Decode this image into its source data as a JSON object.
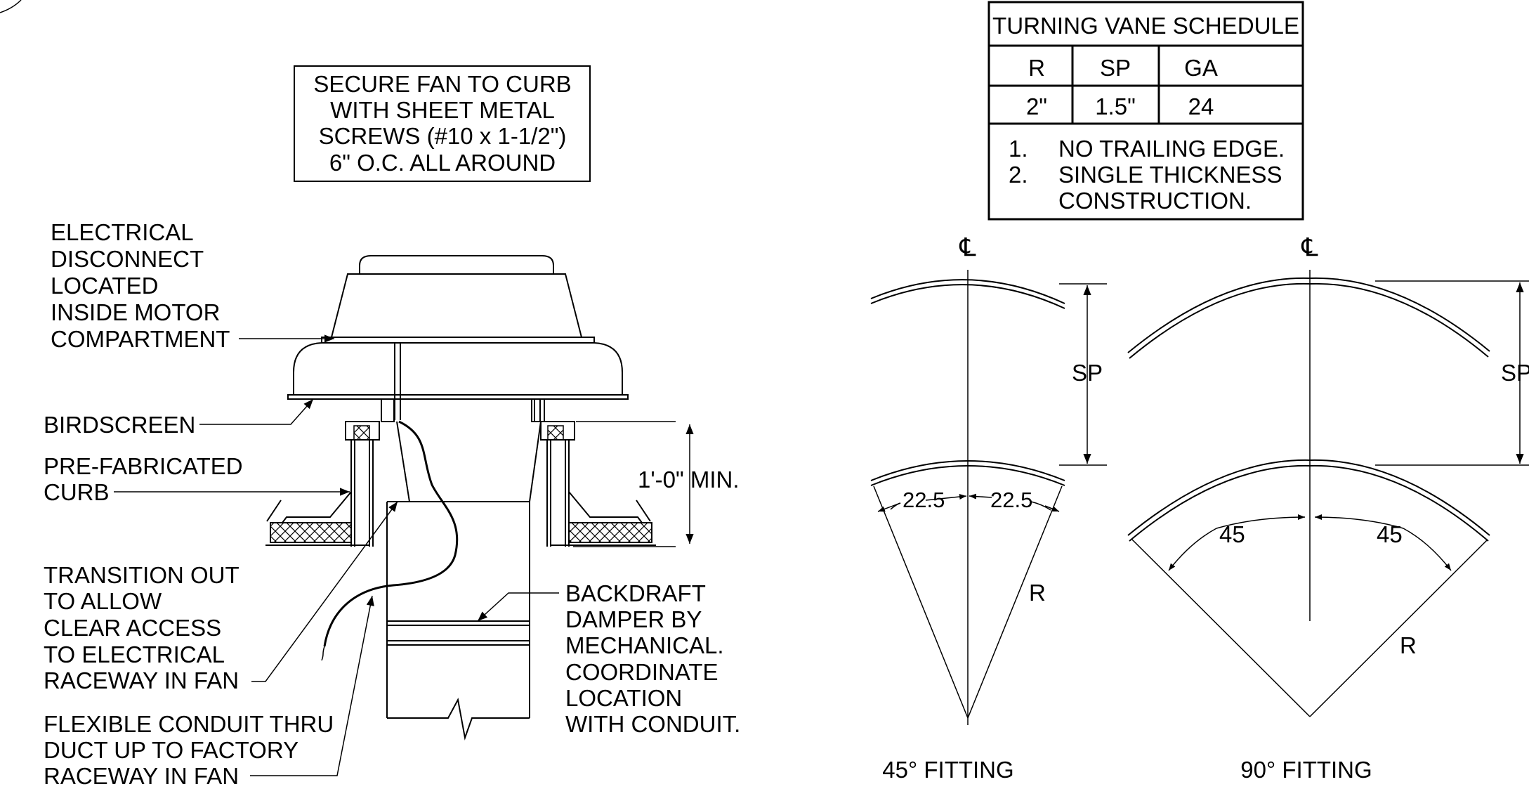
{
  "note_box": {
    "lines": [
      "SECURE FAN TO CURB",
      "WITH SHEET METAL",
      "SCREWS (#10 x 1-1/2\")",
      "6\" O.C. ALL AROUND"
    ]
  },
  "callouts": {
    "electrical": [
      "ELECTRICAL",
      "DISCONNECT",
      "LOCATED",
      "INSIDE MOTOR",
      "COMPARTMENT"
    ],
    "birdscreen": [
      "BIRDSCREEN"
    ],
    "curb": [
      "PRE-FABRICATED",
      "CURB"
    ],
    "transition": [
      "TRANSITION OUT",
      "TO ALLOW",
      "CLEAR ACCESS",
      "TO ELECTRICAL",
      "RACEWAY IN FAN"
    ],
    "conduit": [
      "FLEXIBLE CONDUIT THRU",
      "DUCT UP TO FACTORY",
      "RACEWAY IN FAN"
    ],
    "damper": [
      "BACKDRAFT",
      "DAMPER BY",
      "MECHANICAL.",
      "COORDINATE",
      "LOCATION",
      "WITH CONDUIT."
    ],
    "min_height": "1'-0\" MIN."
  },
  "schedule": {
    "title": "TURNING VANE SCHEDULE",
    "headers": [
      "R",
      "SP",
      "GA"
    ],
    "row": [
      "2\"",
      "1.5\"",
      "24"
    ],
    "notes": [
      {
        "num": "1.",
        "lines": [
          "NO TRAILING EDGE."
        ]
      },
      {
        "num": "2.",
        "lines": [
          "SINGLE THICKNESS",
          "CONSTRUCTION."
        ]
      }
    ]
  },
  "fitting_45": {
    "centerline": "℄",
    "sp_label": "SP",
    "r_label": "R",
    "angle_left": "22.5",
    "angle_right": "22.5",
    "caption": "45° FITTING"
  },
  "fitting_90": {
    "centerline": "℄",
    "sp_label": "SP",
    "r_label": "R",
    "angle_left": "45",
    "angle_right": "45",
    "caption": "90° FITTING"
  }
}
